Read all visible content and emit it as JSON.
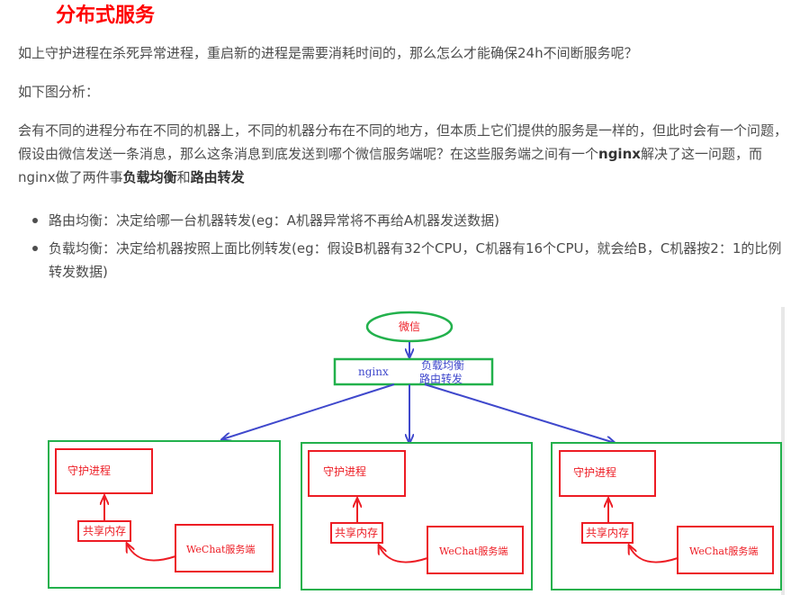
{
  "heading": "分布式服务",
  "p1": "如上守护进程在杀死异常进程，重启新的进程是需要消耗时间的，那么怎么才能确保24h不间断服务呢？",
  "p2": "如下图分析：",
  "p3": {
    "text": "会有不同的进程分布在不同的机器上，不同的机器分布在不同的地方，但本质上它们提供的服务是一样的，但此时会有一个问题，假设由微信发送一条消息，那么这条消息到底发送到哪个微信服务端呢？在这些服务端之间有一个",
    "bold1": "nginx",
    "mid": "解决了这一问题，而nginx做了两件事",
    "bold2": "负载均衡",
    "and": "和",
    "bold3": "路由转发"
  },
  "bullets": [
    "路由均衡：决定给哪一台机器转发(eg：A机器异常将不再给A机器发送数据)",
    "负载均衡：决定给机器按照上面比例转发(eg：假设B机器有32个CPU，C机器有16个CPU，就会给B，C机器按2：1的比例转发数据)"
  ],
  "diagram": {
    "wechat": "微信",
    "nginx": "nginx",
    "load_balance": "负载均衡",
    "route_forward": "路由转发",
    "servers": [
      {
        "daemon": "守护进程",
        "shm": "共享内存",
        "server": "WeChat服务端"
      },
      {
        "daemon": "守护进程",
        "shm": "共享内存",
        "server": "WeChat服务端"
      },
      {
        "daemon": "守护进程",
        "shm": "共享内存",
        "server": "WeChat服务端"
      }
    ],
    "colors": {
      "green": "#22b14c",
      "red": "#ed1c24",
      "blue": "#3f48cc"
    }
  }
}
